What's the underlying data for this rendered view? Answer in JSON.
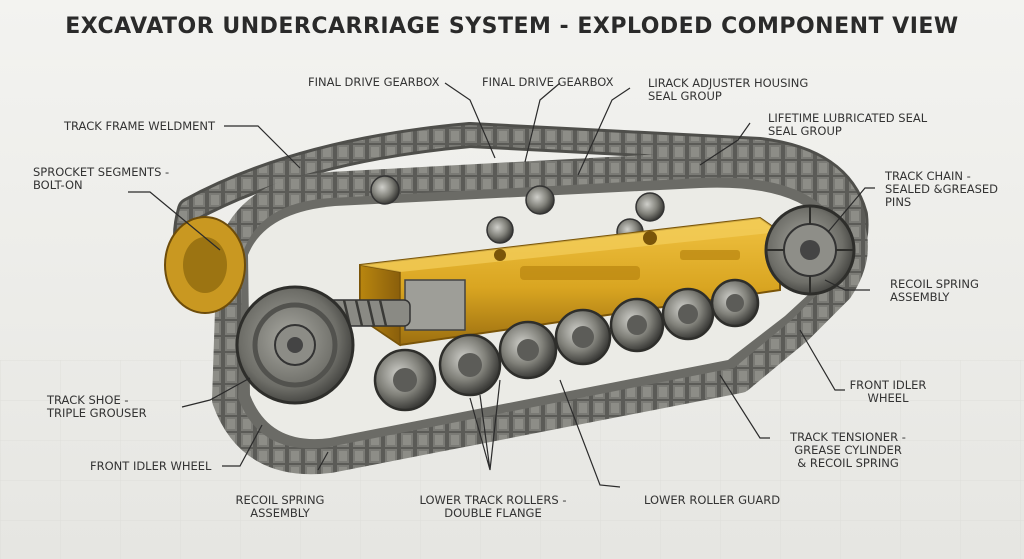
{
  "title": "EXCAVATOR UNDERCARRIAGE SYSTEM - EXPLODED COMPONENT VIEW",
  "labels": {
    "final_drive_gearbox_1": "FINAL DRIVE GEARBOX",
    "final_drive_gearbox_2": "FINAL DRIVE GEARBOX",
    "track_adjuster_l1": "LIRACK ADJUSTER HOUSING",
    "track_adjuster_l2": "SEAL GROUP",
    "lifetime_seal_l1": "LIFETIME LUBRICATED SEAL",
    "lifetime_seal_l2": "SEAL GROUP",
    "track_frame_weldment": "TRACK FRAME WELDMENT",
    "sprocket_segments_l1": "SPROCKET SEGMENTS -",
    "sprocket_segments_l2": "BOLT-ON",
    "track_chain_l1": "TRACK CHAIN -",
    "track_chain_l2": "SEALED &GREASED",
    "track_chain_l3": "PINS",
    "recoil_spring_right_l1": "RECOIL SPRING",
    "recoil_spring_right_l2": "ASSEMBLY",
    "front_idler_right_l1": "FRONT IDLER",
    "front_idler_right_l2": "WHEEL",
    "track_shoe_l1": "TRACK SHOE -",
    "track_shoe_l2": "TRIPLE GROUSER",
    "track_tensioner_l1": "TRACK TENSIONER -",
    "track_tensioner_l2": "GREASE CYLINDER",
    "track_tensioner_l3": "& RECOIL SPRING",
    "front_idler_left": "FRONT  IDLER WHEEL",
    "recoil_spring_bottom_l1": "RECOIL SPRING",
    "recoil_spring_bottom_l2": "ASSEMBLY",
    "lower_track_rollers_l1": "LOWER TRACK ROLLERS -",
    "lower_track_rollers_l2": "DOUBLE FLANGE",
    "lower_roller_guard": "LOWER ROLLER GUARD"
  },
  "colors": {
    "frame_yellow": "#d9a521",
    "steel_dark": "#4a4a48",
    "steel_mid": "#7c7c78",
    "leader": "#2b2b2b"
  }
}
